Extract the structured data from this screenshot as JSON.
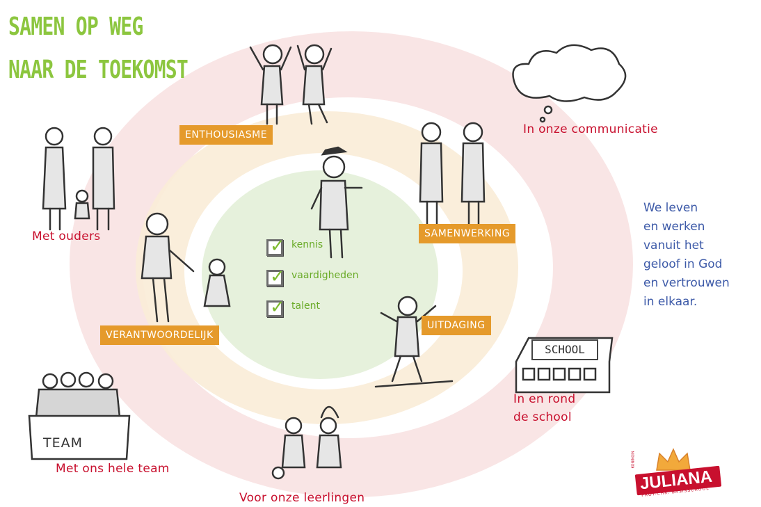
{
  "title": {
    "line1": "SAMEN OP WEG",
    "line2": "NAAR DE TOEKOMST"
  },
  "colors": {
    "title_green": "#8cc63f",
    "tag_orange": "#e59a2b",
    "red_text": "#c8102e",
    "blue_text": "#3d5aa8",
    "outer_ring": "#f7dcdc",
    "middle_ring": "#f9ecd7",
    "center": "#e3f0d8"
  },
  "values": {
    "enthousiasme": "ENTHOUSIASME",
    "samenwerking": "SAMENWERKING",
    "verantwoordelijk": "VERANTWOORDELIJK",
    "uitdaging": "UITDAGING"
  },
  "contexts": {
    "communicatie": "In onze communicatie",
    "ouders": "Met ouders",
    "team": "Met ons hele team",
    "leerlingen": "Voor onze leerlingen",
    "school_line1": "In en rond",
    "school_line2": "de school"
  },
  "checklist": [
    {
      "label": "kennis"
    },
    {
      "label": "vaardigheden"
    },
    {
      "label": "talent"
    }
  ],
  "statement": {
    "line1": "We leven",
    "line2": "en werken",
    "line3": "vanuit het",
    "line4": "geloof in God",
    "line5": "en vertrouwen",
    "line6": "in elkaar."
  },
  "signs": {
    "school": "SCHOOL",
    "team": "TEAM"
  },
  "logo": {
    "name": "JULIANA",
    "sub": "PROT.CHR. BASISSCHOOL",
    "small": "KONINGIN"
  }
}
